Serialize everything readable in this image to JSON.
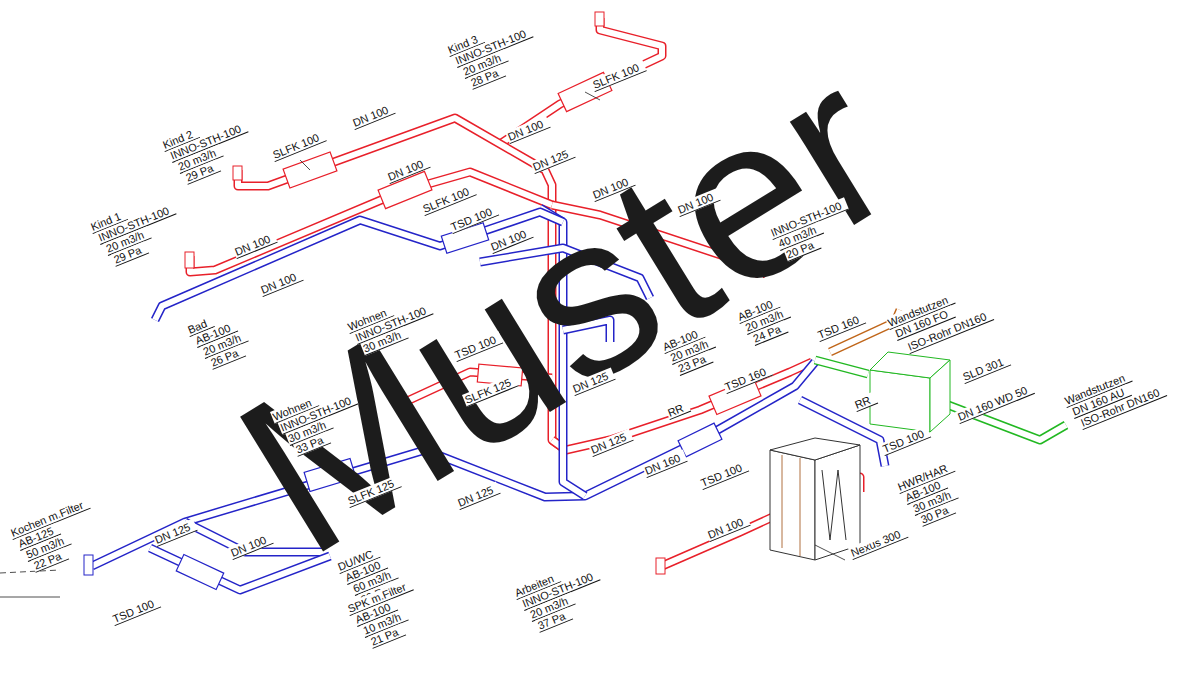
{
  "diagram": {
    "labels": [
      "Kind 3",
      "INNO-STH-100",
      "20 m3/h",
      "28 Pa",
      "SLFK 100",
      "Kind 2",
      "INNO-STH-100",
      "20 m3/h",
      "29 Pa",
      "SLFK 100",
      "DN 100",
      "DN 100",
      "DN 125",
      "DN 100",
      "SLFK 100",
      "TSD 100",
      "DN 100",
      "Kind 1",
      "INNO-STH-100",
      "20 m3/h",
      "29 Pa",
      "DN 100",
      "DN 100",
      "DN 100",
      "DN 100",
      "INNO-STH-100",
      "40 m3/h",
      "20 Pa",
      "Bad",
      "AB-100",
      "20 m3/h",
      "26 Pa",
      "Wohnen",
      "INNO-STH-100",
      "30 m3/h",
      "TSD 100",
      "AB-100",
      "20 m3/h",
      "24 Pa",
      "AB-100",
      "20 m3/h",
      "23 Pa",
      "TSD 160",
      "Wandstutzen",
      "DN 160 FO",
      "ISO-Rohr DN160",
      "SLD 301",
      "DN 160 WD 50",
      "Wandstutzen",
      "DN 160 AU",
      "ISO-Rohr DN160",
      "SLFK 125",
      "DN 125",
      "TSD 160",
      "RR",
      "RR",
      "DN 125",
      "Wohnen",
      "INNO-STH-100",
      "30 m3/h",
      "33 Pa",
      "SLFK 125",
      "DN 160",
      "TSD 100",
      "DN 125",
      "TSD 100",
      "HWR/HAR",
      "AB-100",
      "30 m3/h",
      "30 Pa",
      "Kochen m.Filter",
      "AB-125",
      "50 m3/h",
      "22 Pa",
      "DN 125",
      "DN 100",
      "DU/WC",
      "AB-100",
      "60 m3/h",
      "20 Pa",
      "SPK m.Filter",
      "AB-100",
      "10 m3/h",
      "21 Pa",
      "TSD 100",
      "DN 100",
      "Arbeiten",
      "INNO-STH-100",
      "20 m3/h",
      "37 Pa",
      "Nexus 300",
      "Muster"
    ]
  }
}
